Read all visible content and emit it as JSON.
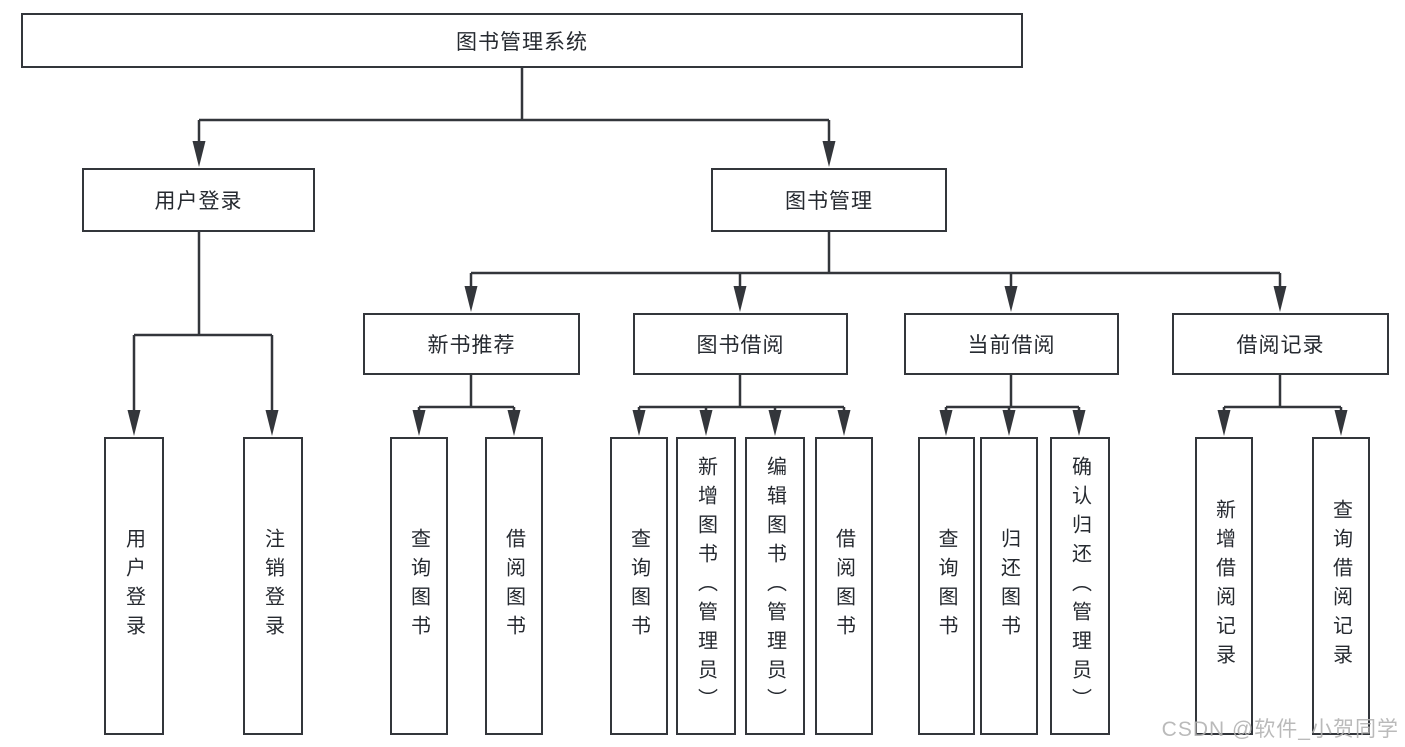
{
  "diagram": {
    "type": "hierarchy-tree",
    "root": {
      "label": "图书管理系统",
      "children": [
        {
          "label": "用户登录",
          "children": [
            {
              "label": "用户登录"
            },
            {
              "label": "注销登录"
            }
          ]
        },
        {
          "label": "图书管理",
          "children": [
            {
              "label": "新书推荐",
              "children": [
                {
                  "label": "查询图书"
                },
                {
                  "label": "借阅图书"
                }
              ]
            },
            {
              "label": "图书借阅",
              "children": [
                {
                  "label": "查询图书"
                },
                {
                  "label": "新增图书（管理员）"
                },
                {
                  "label": "编辑图书（管理员）"
                },
                {
                  "label": "借阅图书"
                }
              ]
            },
            {
              "label": "当前借阅",
              "children": [
                {
                  "label": "查询图书"
                },
                {
                  "label": "归还图书"
                },
                {
                  "label": "确认归还（管理员）"
                }
              ]
            },
            {
              "label": "借阅记录",
              "children": [
                {
                  "label": "新增借阅记录"
                },
                {
                  "label": "查询借阅记录"
                }
              ]
            }
          ]
        }
      ]
    }
  },
  "colors": {
    "line": "#33363b",
    "box_border": "#33363b",
    "text": "#262a30",
    "background": "#ffffff",
    "watermark": "#b2b2b2"
  },
  "watermark": {
    "text": "CSDN @软件_小贺同学"
  }
}
